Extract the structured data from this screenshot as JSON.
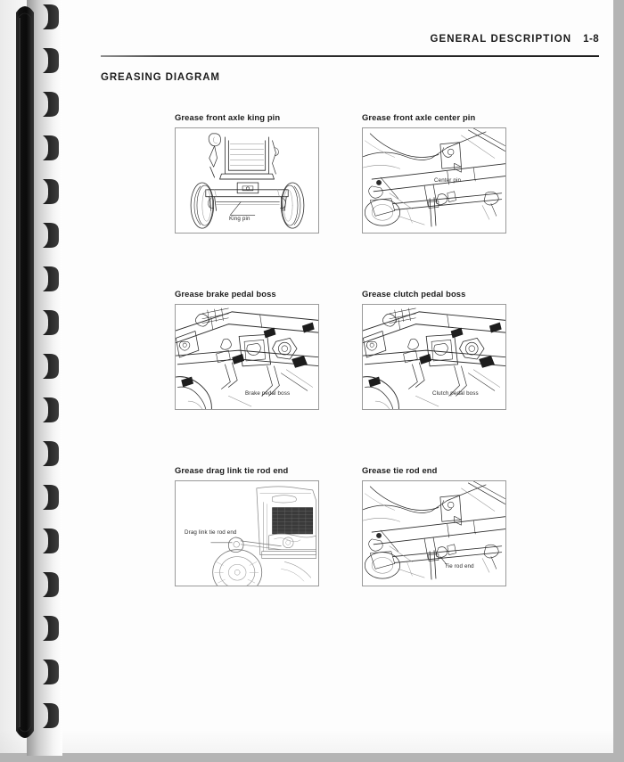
{
  "document": {
    "header": {
      "title": "GENERAL DESCRIPTION",
      "page_number": "1-8"
    },
    "section_title": "GREASING DIAGRAM",
    "figures": [
      {
        "caption": "Grease front axle king pin",
        "callout": "King pin",
        "illustration": "tractor-front-axle-front-view"
      },
      {
        "caption": "Grease front axle center pin",
        "callout": "Center pin",
        "illustration": "front-axle-center-pin-underside"
      },
      {
        "caption": "Grease brake pedal boss",
        "callout": "Brake pedal boss",
        "illustration": "brake-pedal-boss-linkage"
      },
      {
        "caption": "Grease clutch pedal boss",
        "callout": "Clutch pedal boss",
        "illustration": "clutch-pedal-boss-linkage"
      },
      {
        "caption": "Grease drag link tie rod end",
        "callout": "Drag link tie rod end",
        "illustration": "tractor-side-view-drag-link"
      },
      {
        "caption": "Grease tie rod end",
        "callout": "Tie rod end",
        "illustration": "front-axle-tie-rod-end-underside"
      }
    ]
  },
  "colors": {
    "page_background": "#fdfdfd",
    "scan_border": "#b4b4b4",
    "ink": "#1c1c1c",
    "frame_border": "#9a9a9a",
    "binding_dark": "#111111",
    "binding_mid": "#6d6d6d"
  }
}
